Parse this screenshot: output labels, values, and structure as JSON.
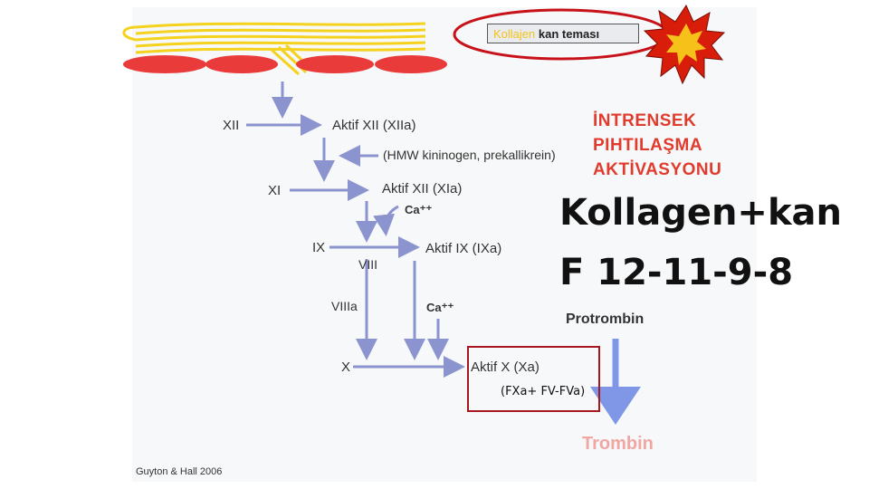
{
  "title_box": {
    "highlight": "Kollajen",
    "rest": "kan teması"
  },
  "heading": [
    "İNTRENSEK",
    "PIHTILAŞMA",
    "AKTİVASYONU"
  ],
  "big_text": {
    "line1": "Kollagen+kan",
    "line2": "F 12-11-9-8"
  },
  "labels": {
    "xii": "XII",
    "aktif_xii_a": "Aktif XII (XIIa)",
    "hmw": "(HMW kininogen, prekallikrein)",
    "xi": "XI",
    "aktif_xii_b": "Aktif XII (XIa)",
    "ca_top": "Ca⁺⁺",
    "ix": "IX",
    "aktif_ix": "Aktif IX (IXa)",
    "viii": "VIII",
    "viiia": "VIIIa",
    "ca_mid": "Ca⁺⁺",
    "x": "X",
    "aktif_x": "Aktif X (Xa)",
    "fxa_complex": "(FXa+ FV-FVa)",
    "protrombin": "Protrombin",
    "trombin": "Trombin",
    "credit": "Guyton & Hall 2006"
  },
  "colors": {
    "arrow": "#8b94cf",
    "heading": "#e03b2c",
    "red_box": "#a81620",
    "rbc": "#ea3b3b",
    "collagen": "#f4d21e"
  }
}
